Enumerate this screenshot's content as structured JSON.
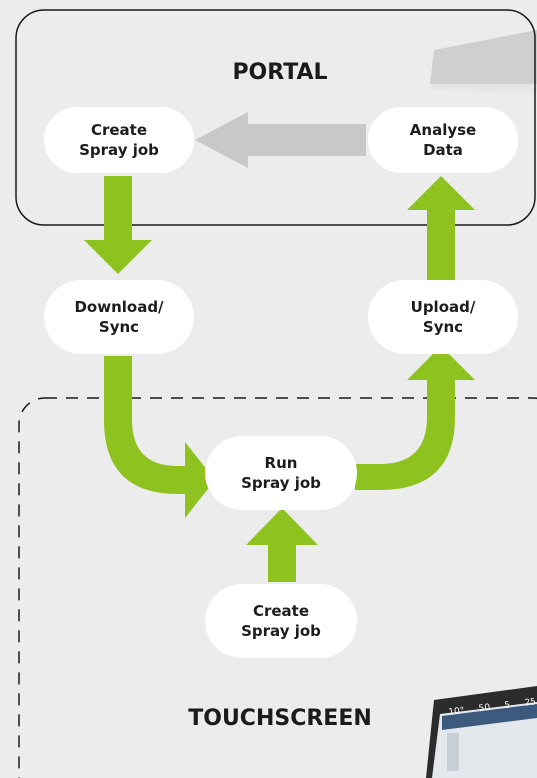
{
  "portal": {
    "title": "PORTAL"
  },
  "touchscreen": {
    "title": "TOUCHSCREEN"
  },
  "nodes": {
    "create_spray_job_portal": {
      "line1": "Create",
      "line2": "Spray job"
    },
    "analyse_data": {
      "line1": "Analyse",
      "line2": "Data"
    },
    "download_sync": {
      "line1": "Download/",
      "line2": "Sync"
    },
    "upload_sync": {
      "line1": "Upload/",
      "line2": "Sync"
    },
    "run_spray_job": {
      "line1": "Run",
      "line2": "Spray job"
    },
    "create_spray_job_touchscreen": {
      "line1": "Create",
      "line2": "Spray job"
    }
  },
  "device_screen": {
    "readouts": [
      "10°",
      "50",
      "5",
      "25"
    ]
  },
  "colors": {
    "arrow_green": "#8dc21f",
    "arrow_grey": "#c8c8c8",
    "background": "#ececec",
    "node_fill": "#ffffff",
    "border": "#1a1a1a"
  }
}
